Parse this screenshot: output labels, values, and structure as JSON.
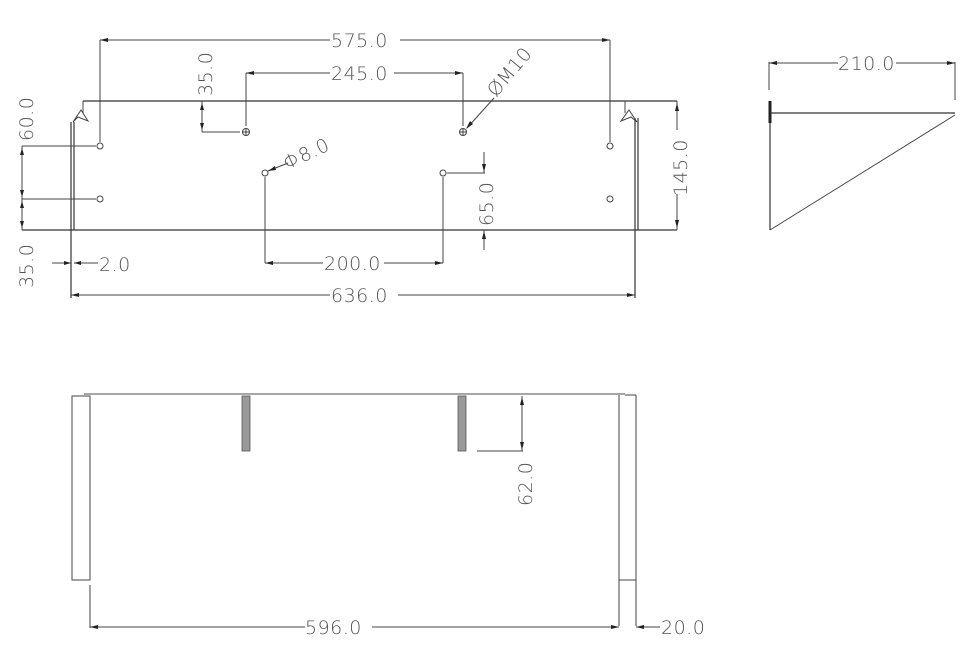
{
  "drawing": {
    "type": "technical-drawing",
    "subject": "wall shelf bracket (front, side and bottom views)",
    "line_color": "#333333",
    "text_color": "#555555",
    "background": "#ffffff"
  },
  "front_view": {
    "dimensions": {
      "overall_hole_span": "575.0",
      "bolt_span": "245.0",
      "bolt_offset_top": "35.0",
      "bolt_thread": "ØM10",
      "hole_diameter": "Φ8.0",
      "left_hole_top": "60.0",
      "left_hole_bottom": "35.0",
      "wall_thickness": "2.0",
      "lower_hole_span": "200.0",
      "lower_hole_height": "65.0",
      "height": "145.0",
      "overall_width": "636.0"
    }
  },
  "side_view": {
    "dimensions": {
      "depth": "210.0"
    }
  },
  "bottom_view": {
    "dimensions": {
      "stud_length": "62.0",
      "inner_width": "596.0",
      "leg_width": "20.0"
    }
  }
}
